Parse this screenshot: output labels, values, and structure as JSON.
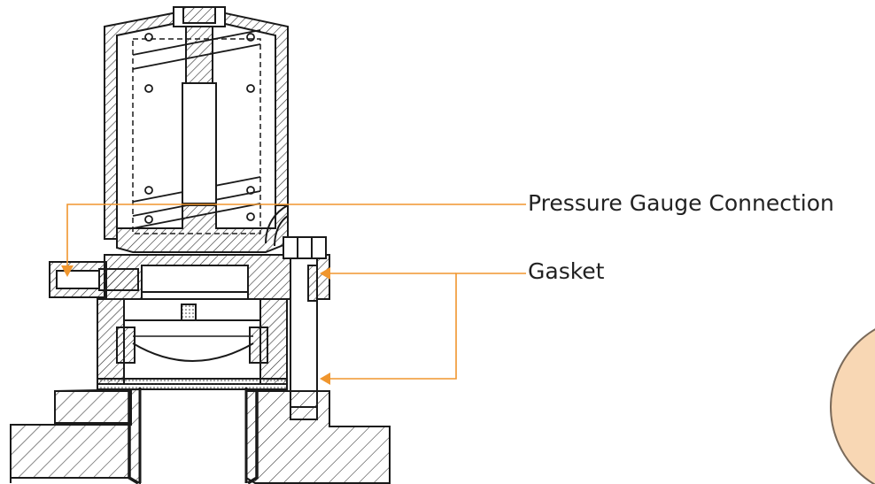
{
  "callouts": [
    {
      "id": "pressure-gauge-connection",
      "label": "Pressure Gauge Connection"
    },
    {
      "id": "gasket",
      "label": "Gasket"
    }
  ],
  "colors": {
    "leader_line": "#f0962e",
    "arrow_head": "#f0962e",
    "drawing_ink": "#1a1a1a",
    "hatch": "#2a2a2a",
    "peek_circle_fill": "#f8d7b4",
    "peek_circle_stroke": "#7a6a5a",
    "label_text": "#222222"
  }
}
